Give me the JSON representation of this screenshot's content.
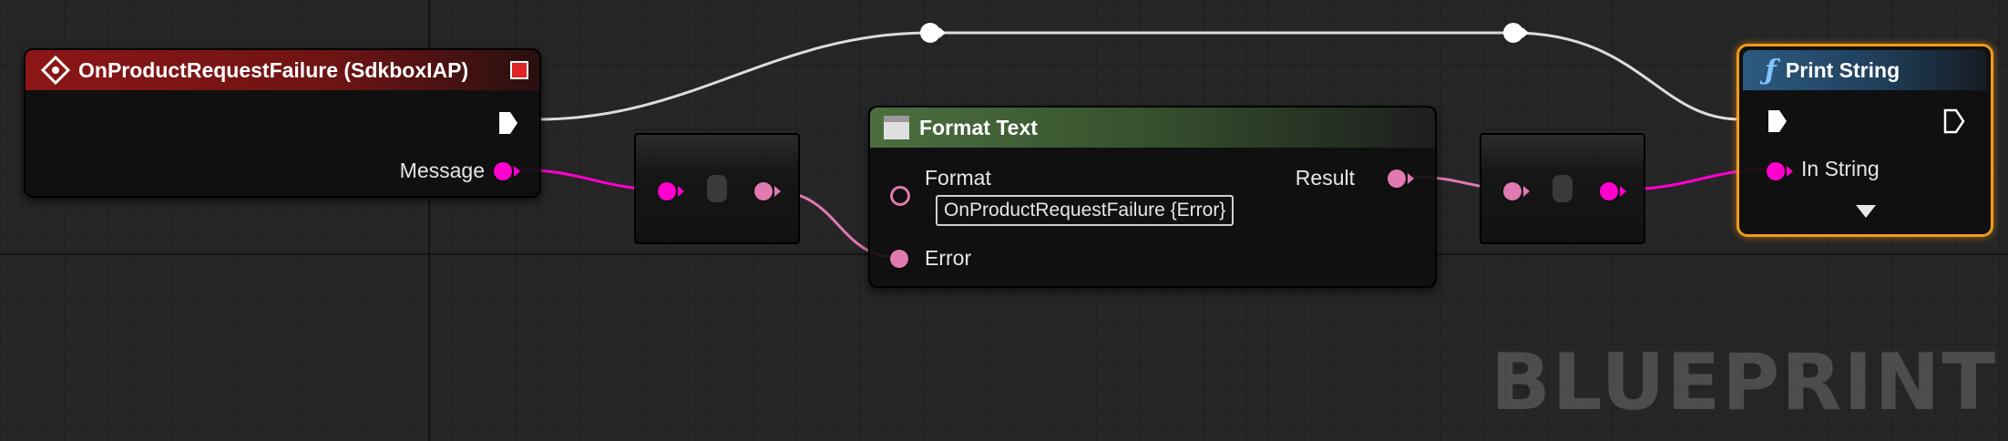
{
  "graph": {
    "watermark": "BLUEPRINT"
  },
  "event_node": {
    "title": "OnProductRequestFailure (SdkboxIAP)",
    "icon": "event-diamond-icon",
    "output_pin_label": "Message"
  },
  "format_text_node": {
    "title": "Format Text",
    "icon": "format-text-icon",
    "format_label": "Format",
    "format_value": "OnProductRequestFailure {Error}",
    "error_label": "Error",
    "result_label": "Result"
  },
  "print_string_node": {
    "title": "Print String",
    "icon": "function-icon",
    "in_string_label": "In String",
    "expand_icon": "triangle-down-icon"
  },
  "colors": {
    "event_header": "#8c1616",
    "format_header": "#4c6f3f",
    "function_header": "#2d5a80",
    "string_pin": "#ff00ce",
    "text_pin": "#e07ab0",
    "exec_wire": "#e0e0e0",
    "selection_outline": "#f29b1a"
  }
}
